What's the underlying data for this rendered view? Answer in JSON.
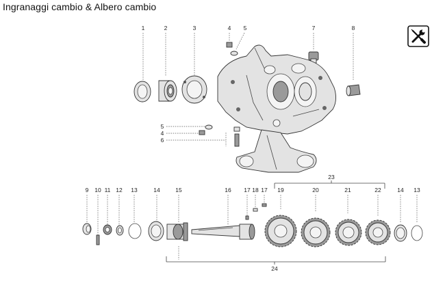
{
  "title": "Ingranaggi cambio & Albero cambio",
  "tool_icon": "wrench-screwdriver-icon",
  "callouts": {
    "top": [
      "1",
      "2",
      "3",
      "4",
      "5",
      "7",
      "8"
    ],
    "mid": [
      "5",
      "4",
      "6"
    ],
    "bottom": [
      "9",
      "10",
      "11",
      "12",
      "13",
      "14",
      "15",
      "16",
      "17",
      "18",
      "17",
      "19",
      "20",
      "21",
      "22",
      "14",
      "13"
    ],
    "group_top": "23",
    "group_bottom": "24"
  }
}
